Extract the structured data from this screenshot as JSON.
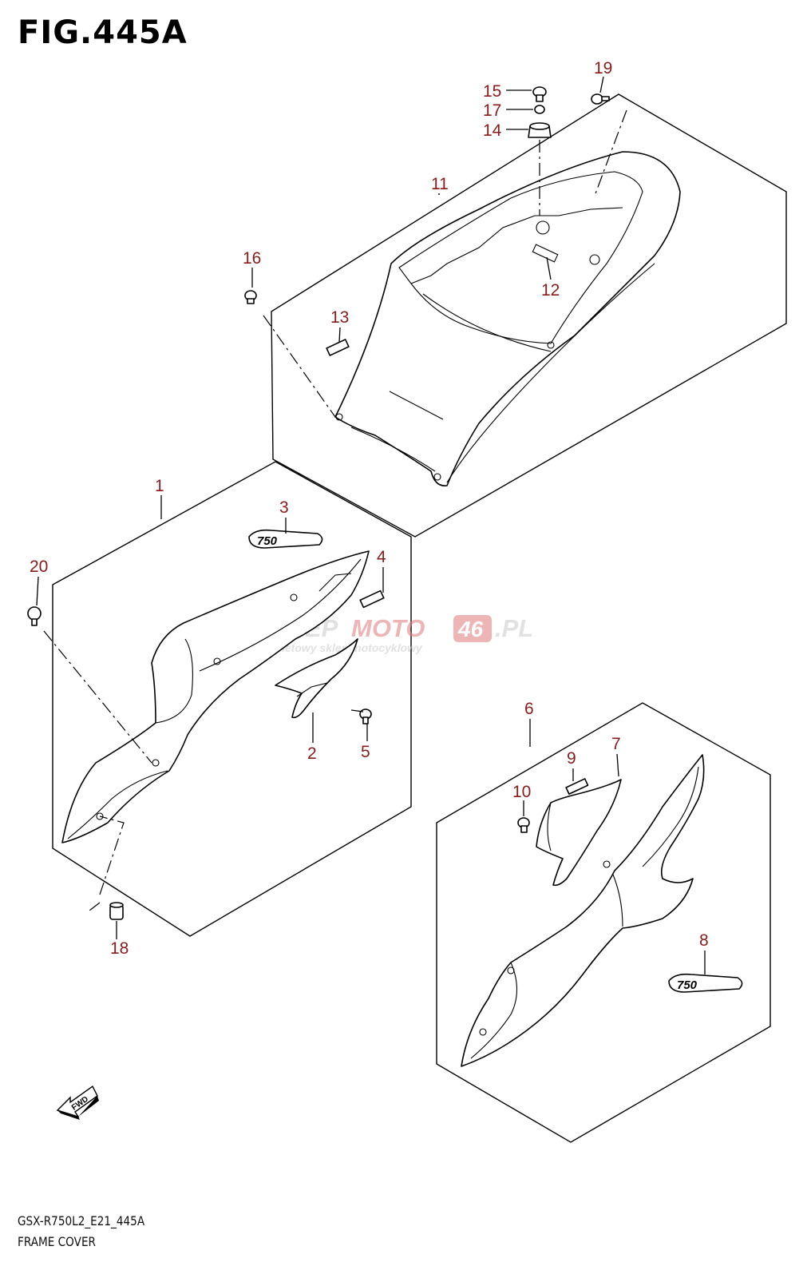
{
  "figure": {
    "title": "FIG.445A",
    "model_code": "GSX-R750L2_E21_445A",
    "caption": "FRAME COVER"
  },
  "watermark": {
    "left": "SKLEP",
    "mid": "MOTO",
    "badge": "46",
    "suffix": ".PL",
    "tagline": "internetowy sklep motocyklowy"
  },
  "emblem_text": "750",
  "fwd_label": "FWD",
  "callouts": [
    {
      "id": "1",
      "label": "1"
    },
    {
      "id": "2",
      "label": "2"
    },
    {
      "id": "3",
      "label": "3"
    },
    {
      "id": "4",
      "label": "4"
    },
    {
      "id": "5",
      "label": "5"
    },
    {
      "id": "6",
      "label": "6"
    },
    {
      "id": "7",
      "label": "7"
    },
    {
      "id": "8",
      "label": "8"
    },
    {
      "id": "9",
      "label": "9"
    },
    {
      "id": "10",
      "label": "10"
    },
    {
      "id": "11",
      "label": "11"
    },
    {
      "id": "12",
      "label": "12"
    },
    {
      "id": "13",
      "label": "13"
    },
    {
      "id": "14",
      "label": "14"
    },
    {
      "id": "15",
      "label": "15"
    },
    {
      "id": "16",
      "label": "16"
    },
    {
      "id": "17",
      "label": "17"
    },
    {
      "id": "18",
      "label": "18"
    },
    {
      "id": "19",
      "label": "19"
    },
    {
      "id": "20",
      "label": "20"
    }
  ]
}
